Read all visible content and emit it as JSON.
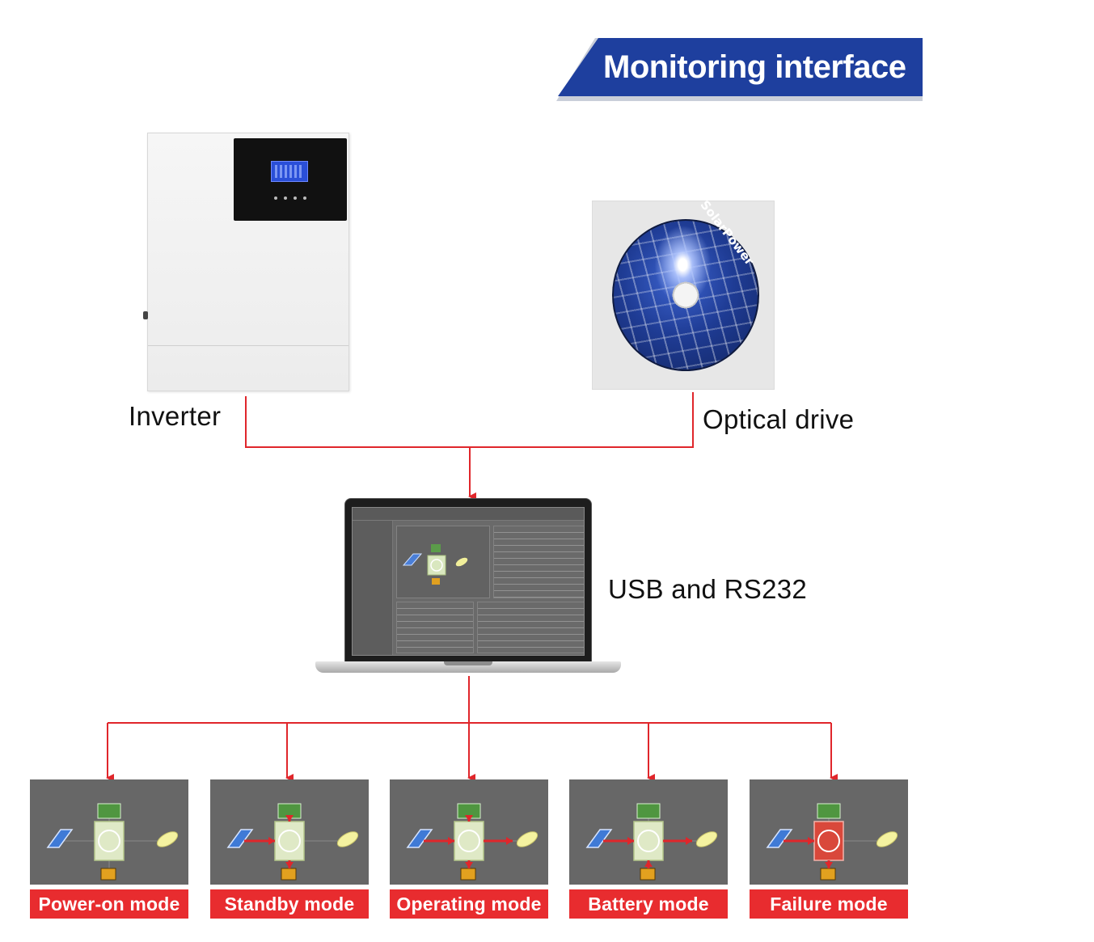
{
  "banner": {
    "title": "Monitoring interface",
    "color": "#1e3f9e"
  },
  "devices": {
    "inverter_label": "Inverter",
    "optical_label": "Optical drive",
    "cd_text": "SolarPower",
    "laptop_label": "USB and RS232"
  },
  "modes": [
    {
      "label": "Power-on mode",
      "flow": "none",
      "center": "neutral"
    },
    {
      "label": "Standby mode",
      "flow": "standby",
      "center": "neutral"
    },
    {
      "label": "Operating mode",
      "flow": "full",
      "center": "neutral"
    },
    {
      "label": "Battery mode",
      "flow": "battery",
      "center": "neutral"
    },
    {
      "label": "Failure mode",
      "flow": "failure",
      "center": "fault"
    }
  ],
  "colors": {
    "connector": "#e0262b",
    "mode_label_bg": "#e82c2f",
    "mode_screen_bg": "#676767"
  }
}
